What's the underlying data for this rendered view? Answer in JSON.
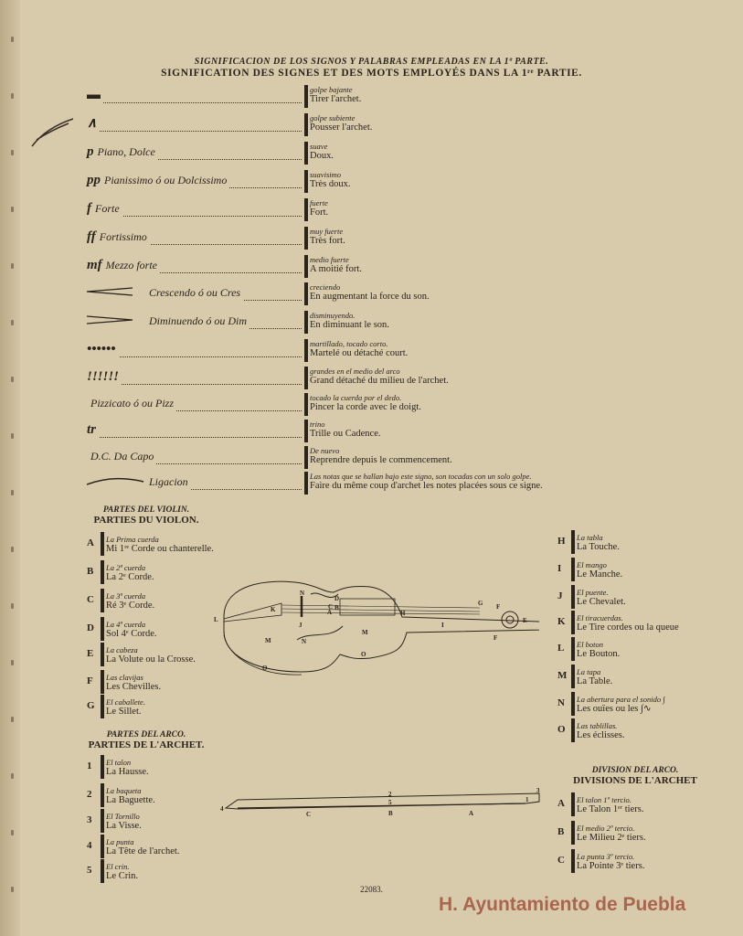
{
  "header": {
    "title_es": "SIGNIFICACION DE LOS SIGNOS Y PALABRAS EMPLEADAS EN LA 1ª PARTE.",
    "title_fr": "SIGNIFICATION DES SIGNES ET DES MOTS EMPLOYÉS DANS LA 1ʳᵉ PARTIE."
  },
  "signs": [
    {
      "symbol": "▬",
      "label": "",
      "es": "golpe bajante",
      "fr": "Tirer l'archet."
    },
    {
      "symbol": "∧",
      "label": "",
      "es": "golpe subiente",
      "fr": "Pousser l'archet."
    },
    {
      "symbol": "p",
      "label": "Piano, Dolce",
      "es": "suave",
      "fr": "Doux."
    },
    {
      "symbol": "pp",
      "label": "Pianissimo ó ou Dolcissimo",
      "es": "suavisimo",
      "fr": "Très doux."
    },
    {
      "symbol": "f",
      "label": "Forte",
      "es": "fuerte",
      "fr": "Fort."
    },
    {
      "symbol": "ff",
      "label": "Fortissimo",
      "es": "muy fuerte",
      "fr": "Très fort."
    },
    {
      "symbol": "mf",
      "label": "Mezzo forte",
      "es": "medio fuerte",
      "fr": "A moitié fort."
    },
    {
      "icon": "crescendo-hairpin-icon",
      "label": "Crescendo ó ou Cres",
      "es": "creciendo",
      "fr": "En augmentant la force du son."
    },
    {
      "icon": "diminuendo-hairpin-icon",
      "label": "Diminuendo ó ou Dim",
      "es": "disminuyendo.",
      "fr": "En diminuant le son."
    },
    {
      "symbol": "••••••",
      "label": "",
      "es": "martillado, tocado corto.",
      "fr": "Martelé ou détaché court."
    },
    {
      "symbol": "!!!!!!",
      "label": "",
      "es": "grandes en el medio del arco",
      "fr": "Grand détaché du milieu de l'archet."
    },
    {
      "symbol": "",
      "label": "Pizzicato ó ou Pizz",
      "es": "tocado la cuerda por el dedo.",
      "fr": "Pincer la corde avec le doigt."
    },
    {
      "symbol": "tr",
      "label": "",
      "es": "trino",
      "fr": "Trille ou Cadence."
    },
    {
      "symbol": "",
      "label": "D.C. Da Capo",
      "es": "De nuevo",
      "fr": "Reprendre depuis le commencement."
    },
    {
      "icon": "slur-icon",
      "label": "Ligacion",
      "es": "Las notas que se hallan bajo este signo, son tocadas con un solo golpe.",
      "fr": "Faire du même coup d'archet les notes placées sous ce signe."
    }
  ],
  "violin": {
    "title_es": "PARTES DEL VIOLIN.",
    "title_fr": "PARTIES DU VIOLON.",
    "parts_left": [
      {
        "letter": "A",
        "es": "La Prima cuerda",
        "fr": "Mi 1ʳᵉ Corde ou chanterelle."
      },
      {
        "letter": "B",
        "es": "La 2ª cuerda",
        "fr": "La 2ᵉ Corde."
      },
      {
        "letter": "C",
        "es": "La 3ª cuerda",
        "fr": "Ré 3ᵉ Corde."
      },
      {
        "letter": "D",
        "es": "La 4ª cuerda",
        "fr": "Sol 4ᵉ Corde."
      },
      {
        "letter": "E",
        "es": "La cabeza",
        "fr": "La Volute ou la Crosse."
      },
      {
        "letter": "F",
        "es": "Las clavijas",
        "fr": "Les Chevilles."
      },
      {
        "letter": "G",
        "es": "El caballete.",
        "fr": "Le Sillet."
      }
    ],
    "parts_right": [
      {
        "letter": "H",
        "es": "La tabla",
        "fr": "La Touche."
      },
      {
        "letter": "I",
        "es": "El mango",
        "fr": "Le Manche."
      },
      {
        "letter": "J",
        "es": "El puente.",
        "fr": "Le Chevalet."
      },
      {
        "letter": "K",
        "es": "El tiracuerdas.",
        "fr": "Le Tire cordes ou la queue"
      },
      {
        "letter": "L",
        "es": "El boton",
        "fr": "Le Bouton."
      },
      {
        "letter": "M",
        "es": "La tapa",
        "fr": "La Table."
      },
      {
        "letter": "N",
        "es": "La abertura para el sonido ∫",
        "fr": "Les ouïes ou les ∫∿"
      },
      {
        "letter": "O",
        "es": "Las tablillas.",
        "fr": "Les éclisses."
      }
    ],
    "diagram_labels": [
      "L",
      "K",
      "N",
      "J",
      "D",
      "C",
      "A",
      "B",
      "H",
      "I",
      "G",
      "F",
      "E",
      "F",
      "M",
      "M",
      "N",
      "O",
      "O"
    ]
  },
  "bow": {
    "title_es": "PARTES DEL ARCO.",
    "title_fr": "PARTIES DE L'ARCHET.",
    "parts": [
      {
        "letter": "1",
        "es": "El talon",
        "fr": "La Hausse."
      },
      {
        "letter": "2",
        "es": "La baqueta",
        "fr": "La Baguette."
      },
      {
        "letter": "3",
        "es": "El Tornillo",
        "fr": "La Visse."
      },
      {
        "letter": "4",
        "es": "La punta",
        "fr": "La Tête de l'archet."
      },
      {
        "letter": "5",
        "es": "El crin.",
        "fr": "Le Crin."
      }
    ],
    "diagram_labels": [
      "4",
      "2",
      "5",
      "3",
      "1",
      "C",
      "B",
      "A"
    ]
  },
  "division": {
    "title_es": "DIVISION DEL ARCO.",
    "title_fr": "DIVISIONS DE L'ARCHET",
    "parts": [
      {
        "letter": "A",
        "es": "El talon 1º tercio.",
        "fr": "Le Talon 1ᵉʳ tiers."
      },
      {
        "letter": "B",
        "es": "El medio 2º tercio.",
        "fr": "Le Milieu 2ᵉ tiers."
      },
      {
        "letter": "C",
        "es": "La punta 3º tercio.",
        "fr": "La Pointe 3ᵉ tiers."
      }
    ]
  },
  "footer": {
    "page_number": "22083.",
    "watermark": "H. Ayuntamiento de Puebla"
  }
}
